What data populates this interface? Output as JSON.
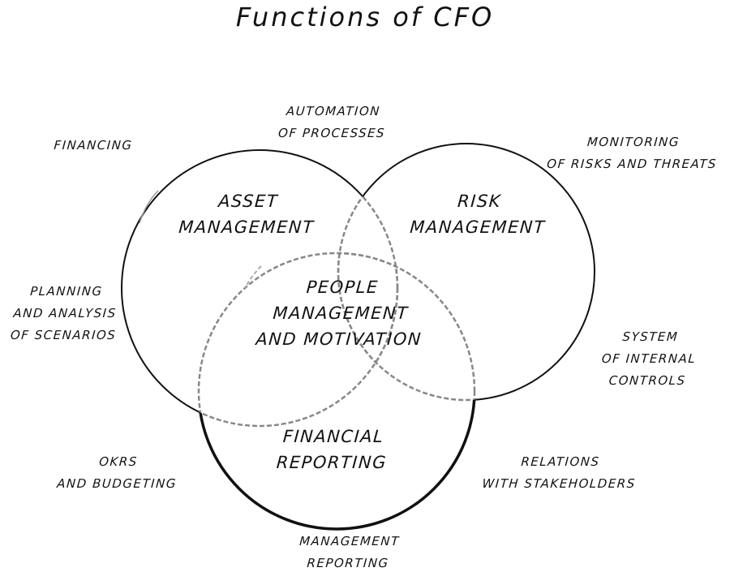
{
  "title": "Functions of CFO",
  "circles": [
    {
      "label": "ASSET\nMANAGEMENT"
    },
    {
      "label": "RISK\nMANAGEMENT"
    },
    {
      "label": "FINANCIAL\nREPORTING"
    }
  ],
  "center_label": "PEOPLE\nMANAGEMENT\nAND MOTIVATION",
  "outer_labels": {
    "automation": "AUTOMATION\nOF PROCESSES",
    "financing": "FINANCING",
    "monitoring": "MONITORING\nOF RISKS AND THREATS",
    "planning": "PLANNING\nAND ANALYSIS\nOF SCENARIOS",
    "internal_controls": "SYSTEM\nOF INTERNAL\nCONTROLS",
    "okrs": "OKRS\nAND BUDGETING",
    "stakeholders": "RELATIONS\nWITH STAKEHOLDERS",
    "management_reporting": "MANAGEMENT\nREPORTING"
  }
}
